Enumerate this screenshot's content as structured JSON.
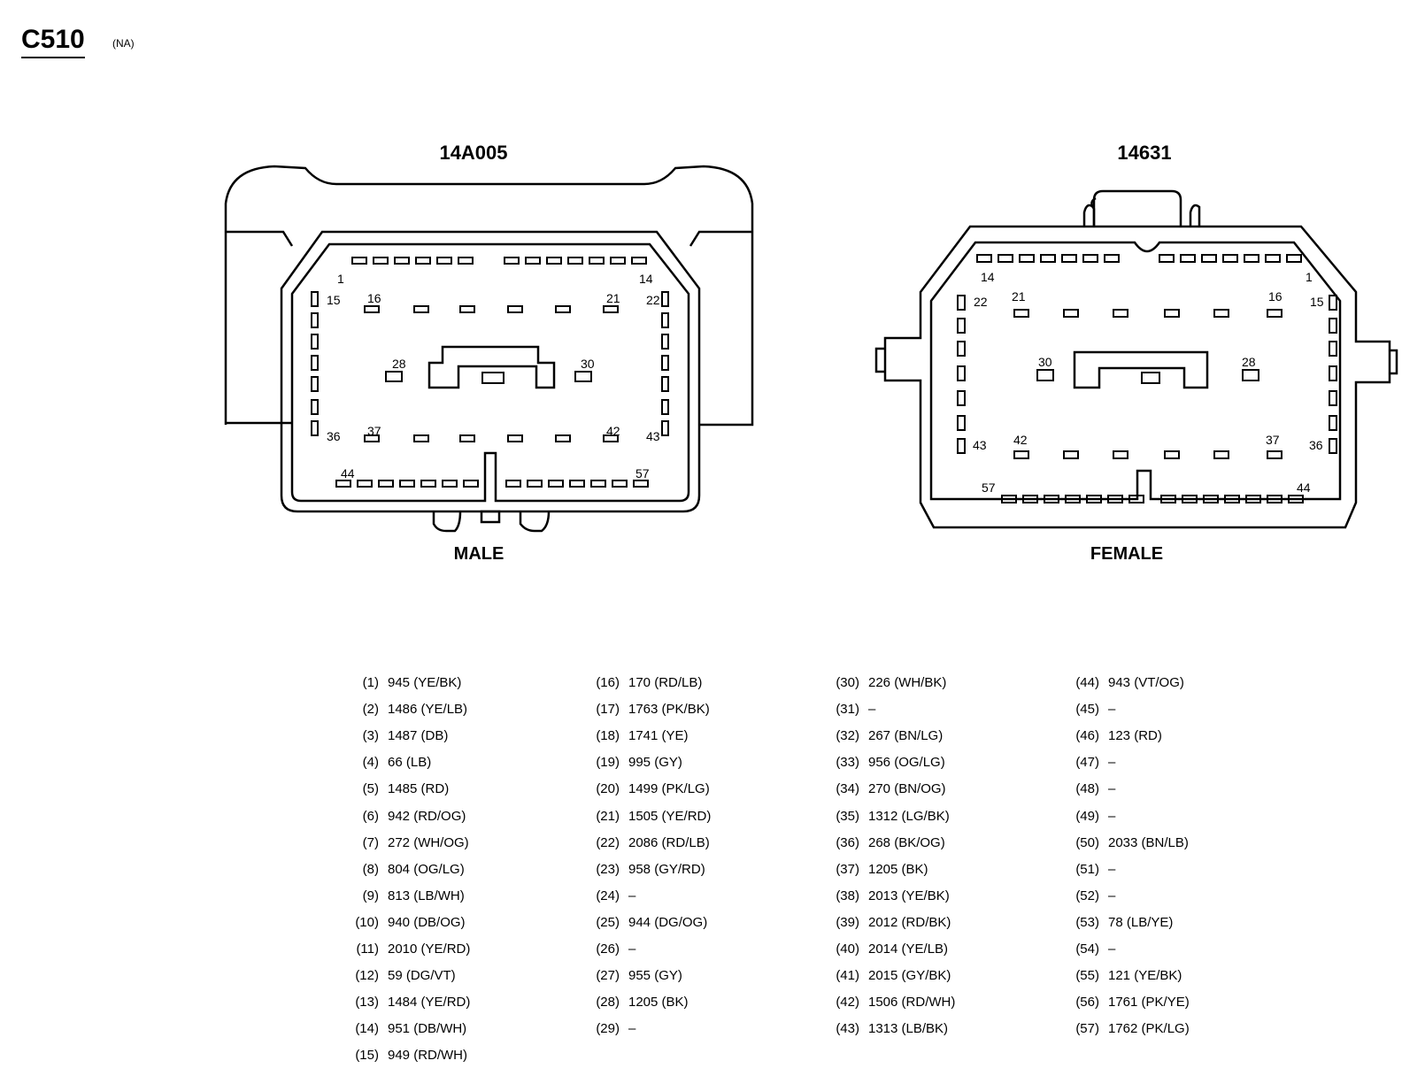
{
  "header": {
    "title": "C510",
    "subtitle": "(NA)"
  },
  "male": {
    "part": "14A005",
    "label": "MALE",
    "pin_numbers": [
      "1",
      "14",
      "15",
      "16",
      "21",
      "22",
      "28",
      "30",
      "36",
      "37",
      "42",
      "43",
      "44",
      "57"
    ]
  },
  "female": {
    "part": "14631",
    "label": "FEMALE",
    "pin_numbers": [
      "14",
      "1",
      "22",
      "21",
      "16",
      "15",
      "30",
      "28",
      "43",
      "42",
      "37",
      "36",
      "57",
      "44"
    ]
  },
  "pins": [
    {
      "n": "(1)",
      "v": "945 (YE/BK)"
    },
    {
      "n": "(2)",
      "v": "1486 (YE/LB)"
    },
    {
      "n": "(3)",
      "v": "1487 (DB)"
    },
    {
      "n": "(4)",
      "v": "66 (LB)"
    },
    {
      "n": "(5)",
      "v": "1485 (RD)"
    },
    {
      "n": "(6)",
      "v": "942 (RD/OG)"
    },
    {
      "n": "(7)",
      "v": "272 (WH/OG)"
    },
    {
      "n": "(8)",
      "v": "804 (OG/LG)"
    },
    {
      "n": "(9)",
      "v": "813 (LB/WH)"
    },
    {
      "n": "(10)",
      "v": "940 (DB/OG)"
    },
    {
      "n": "(11)",
      "v": "2010 (YE/RD)"
    },
    {
      "n": "(12)",
      "v": "59 (DG/VT)"
    },
    {
      "n": "(13)",
      "v": "1484 (YE/RD)"
    },
    {
      "n": "(14)",
      "v": "951 (DB/WH)"
    },
    {
      "n": "(15)",
      "v": "949 (RD/WH)"
    },
    {
      "n": "(16)",
      "v": "170 (RD/LB)"
    },
    {
      "n": "(17)",
      "v": "1763 (PK/BK)"
    },
    {
      "n": "(18)",
      "v": "1741 (YE)"
    },
    {
      "n": "(19)",
      "v": "995 (GY)"
    },
    {
      "n": "(20)",
      "v": "1499 (PK/LG)"
    },
    {
      "n": "(21)",
      "v": "1505 (YE/RD)"
    },
    {
      "n": "(22)",
      "v": "2086 (RD/LB)"
    },
    {
      "n": "(23)",
      "v": "958 (GY/RD)"
    },
    {
      "n": "(24)",
      "v": "–"
    },
    {
      "n": "(25)",
      "v": "944 (DG/OG)"
    },
    {
      "n": "(26)",
      "v": "–"
    },
    {
      "n": "(27)",
      "v": "955 (GY)"
    },
    {
      "n": "(28)",
      "v": "1205 (BK)"
    },
    {
      "n": "(29)",
      "v": "–"
    },
    {
      "n": "(30)",
      "v": "226 (WH/BK)"
    },
    {
      "n": "(31)",
      "v": "–"
    },
    {
      "n": "(32)",
      "v": "267 (BN/LG)"
    },
    {
      "n": "(33)",
      "v": "956 (OG/LG)"
    },
    {
      "n": "(34)",
      "v": "270 (BN/OG)"
    },
    {
      "n": "(35)",
      "v": "1312 (LG/BK)"
    },
    {
      "n": "(36)",
      "v": "268 (BK/OG)"
    },
    {
      "n": "(37)",
      "v": "1205 (BK)"
    },
    {
      "n": "(38)",
      "v": "2013 (YE/BK)"
    },
    {
      "n": "(39)",
      "v": "2012 (RD/BK)"
    },
    {
      "n": "(40)",
      "v": "2014 (YE/LB)"
    },
    {
      "n": "(41)",
      "v": "2015 (GY/BK)"
    },
    {
      "n": "(42)",
      "v": "1506 (RD/WH)"
    },
    {
      "n": "(43)",
      "v": "1313 (LB/BK)"
    },
    {
      "n": "(44)",
      "v": "943 (VT/OG)"
    },
    {
      "n": "(45)",
      "v": "–"
    },
    {
      "n": "(46)",
      "v": "123 (RD)"
    },
    {
      "n": "(47)",
      "v": "–"
    },
    {
      "n": "(48)",
      "v": "–"
    },
    {
      "n": "(49)",
      "v": "–"
    },
    {
      "n": "(50)",
      "v": "2033 (BN/LB)"
    },
    {
      "n": "(51)",
      "v": "–"
    },
    {
      "n": "(52)",
      "v": "–"
    },
    {
      "n": "(53)",
      "v": "78 (LB/YE)"
    },
    {
      "n": "(54)",
      "v": "–"
    },
    {
      "n": "(55)",
      "v": "121 (YE/BK)"
    },
    {
      "n": "(56)",
      "v": "1761 (PK/YE)"
    },
    {
      "n": "(57)",
      "v": "1762 (PK/LG)"
    }
  ]
}
